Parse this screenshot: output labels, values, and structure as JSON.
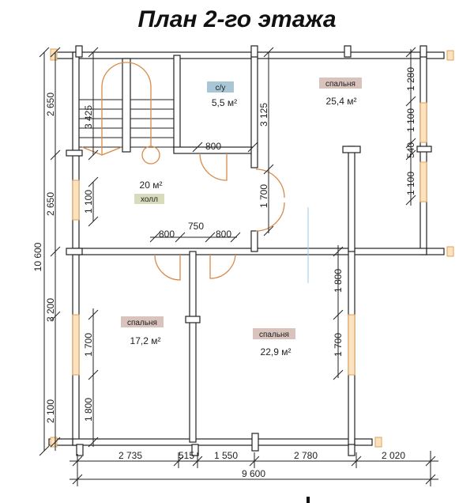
{
  "title": "План 2-го этажа",
  "rooms": [
    {
      "name": "с/у",
      "area": "5,5 м²",
      "color": "#a9c6d6"
    },
    {
      "name": "спальня",
      "area": "25,4 м²",
      "color": "#d9c3bd"
    },
    {
      "name": "холл",
      "area": "20 м²",
      "color": "#d8dcbc"
    },
    {
      "name": "спальня",
      "area": "17,2 м²",
      "color": "#d9c3bd"
    },
    {
      "name": "спальня",
      "area": "22,9 м²",
      "color": "#d9c3bd"
    }
  ],
  "dimensions": {
    "left_outer": [
      "2 650",
      "2 650",
      "3 200",
      "2 100"
    ],
    "total_height": "10 600",
    "stair": "3 425",
    "hall_window": "1 100",
    "bed3_window": [
      "1 700",
      "1 800"
    ],
    "bath_door": "800",
    "hall_doors": [
      "800",
      "750",
      "800"
    ],
    "bed1_side": [
      "3 125",
      "1 700"
    ],
    "bed1_right": [
      "1 280",
      "1 100",
      "540",
      "1 100"
    ],
    "bed2_right": [
      "1 800",
      "1 700"
    ],
    "bottom": [
      "2 735",
      "515",
      "1 550",
      "2 780",
      "2 020"
    ],
    "total_width": "9 600"
  }
}
